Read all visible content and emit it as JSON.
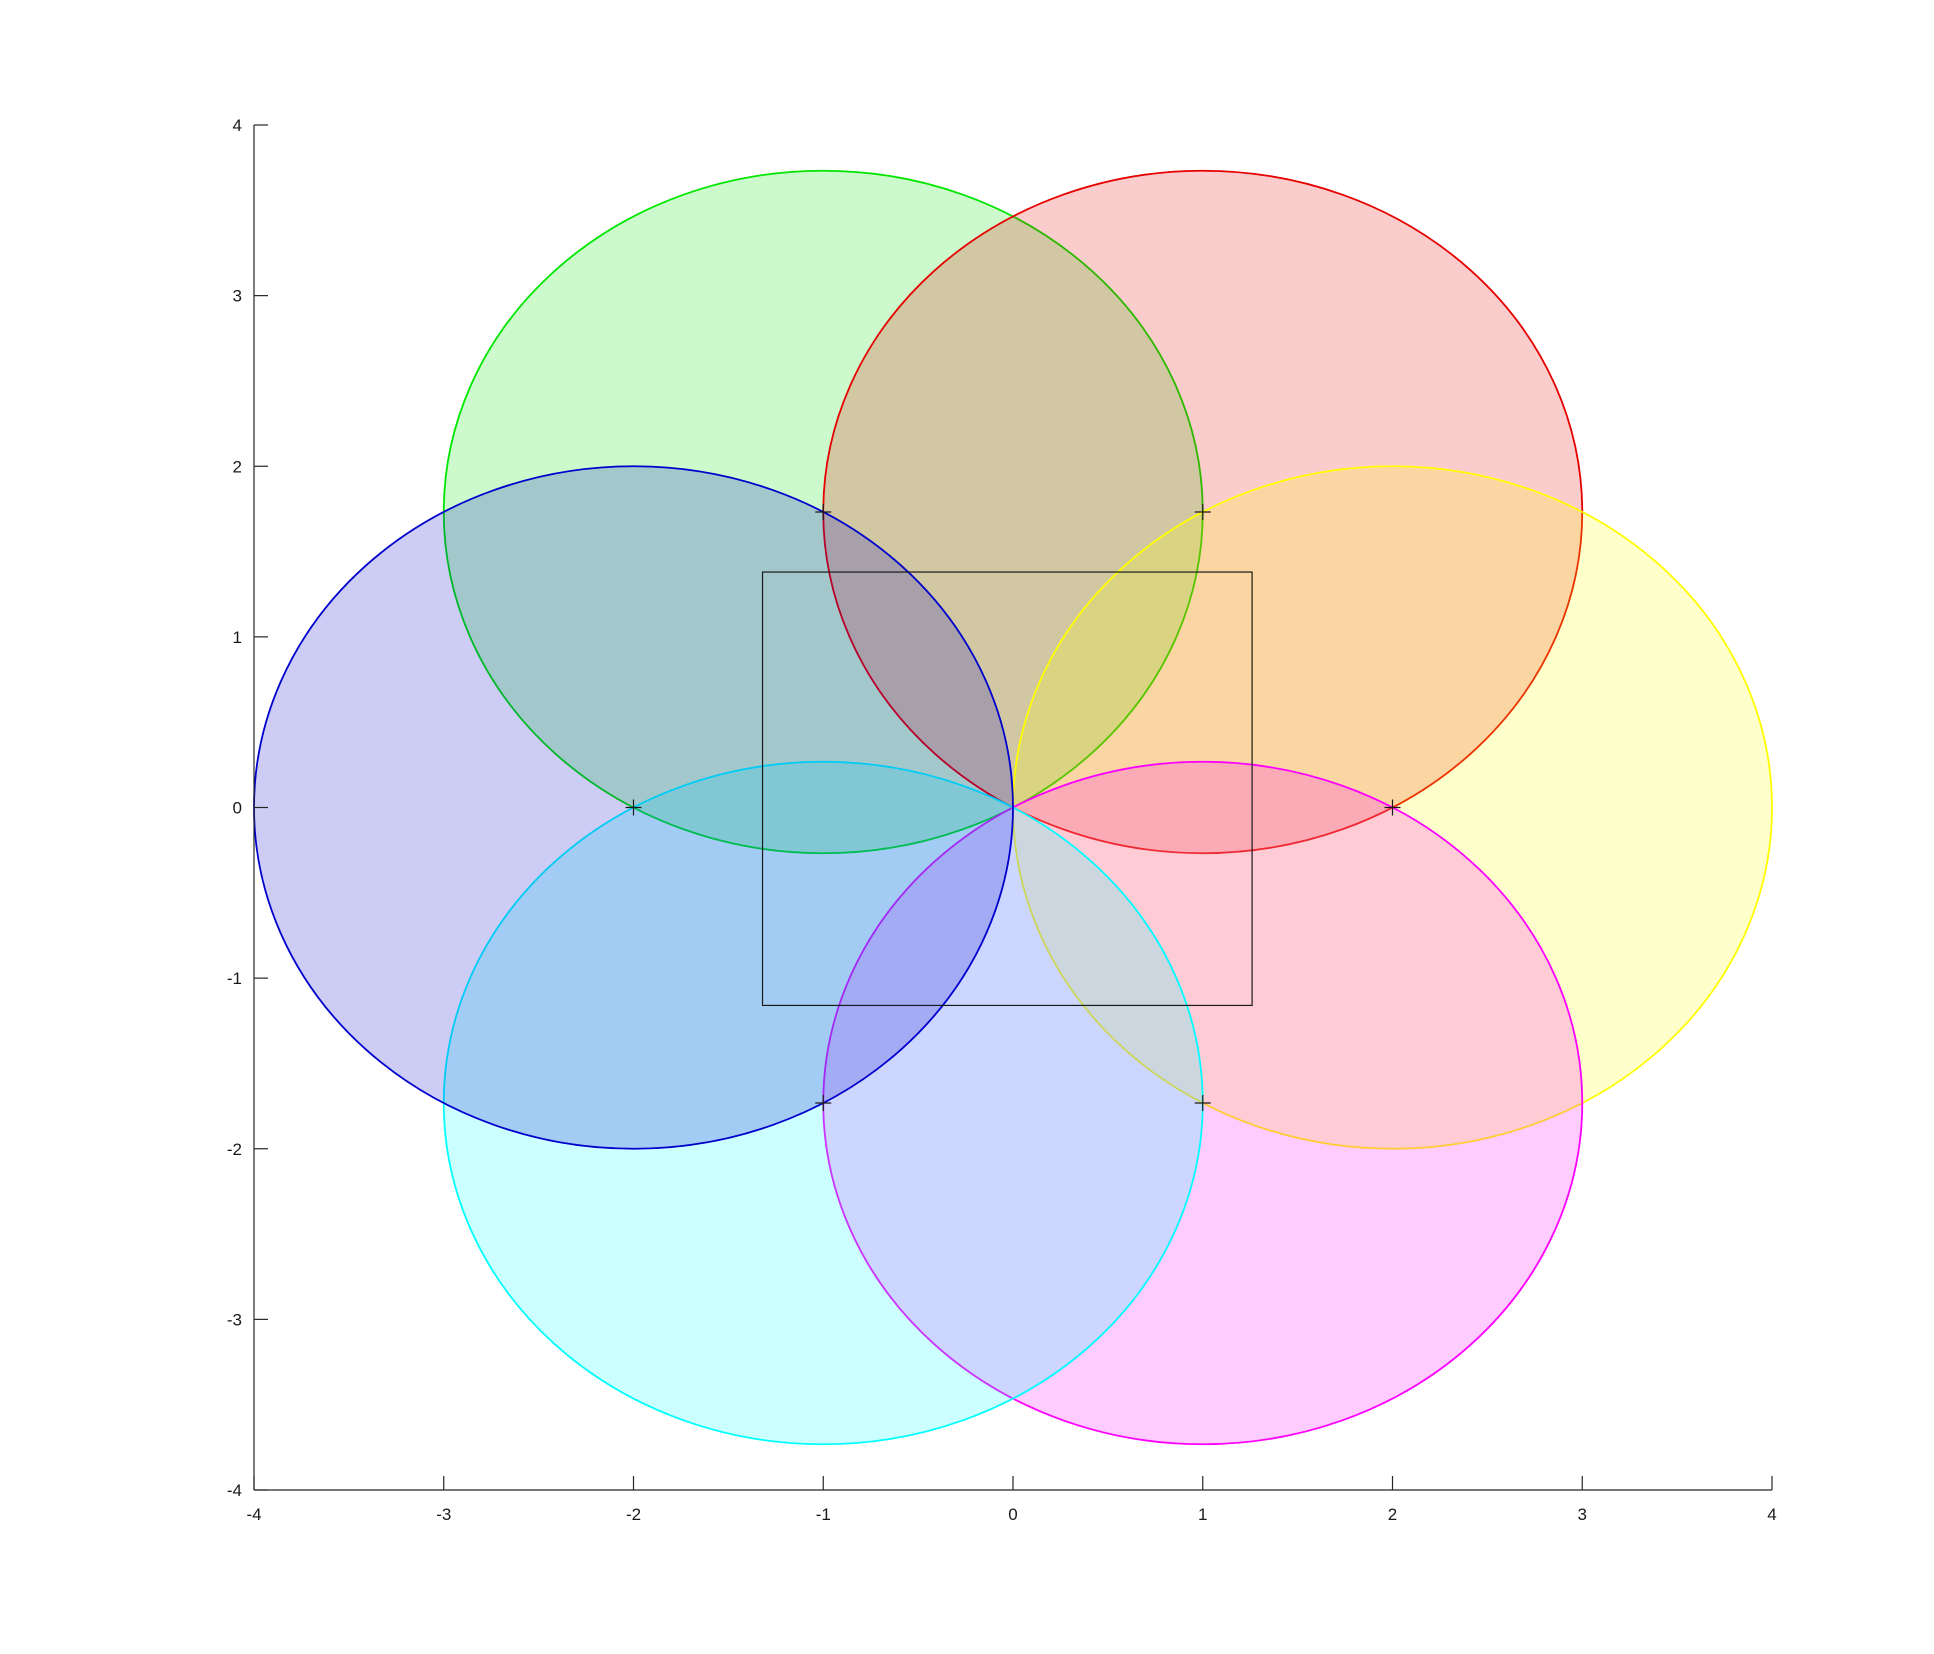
{
  "chart_data": {
    "type": "scatter",
    "title": "",
    "xlabel": "",
    "ylabel": "",
    "xlim": [
      -4,
      4
    ],
    "ylim": [
      -4,
      4
    ],
    "grid": false,
    "xticks": [
      "-4",
      "-3",
      "-2",
      "-1",
      "0",
      "1",
      "2",
      "3",
      "4"
    ],
    "yticks": [
      "4",
      "3",
      "2",
      "1",
      "0",
      "-1",
      "-2",
      "-3",
      "-4"
    ],
    "circles": [
      {
        "color": "#00e600",
        "fill": "#ccffcc",
        "cx": -1,
        "cy": 1.732,
        "r": 2
      },
      {
        "color": "#e60000",
        "fill": "#ffcccc",
        "cx": 1,
        "cy": 1.732,
        "r": 2
      },
      {
        "color": "#ffff00",
        "fill": "#ffffcc",
        "cx": 2,
        "cy": 0,
        "r": 2
      },
      {
        "color": "#ff00ff",
        "fill": "#ffccff",
        "cx": 1,
        "cy": -1.732,
        "r": 2
      },
      {
        "color": "#00ffff",
        "fill": "#ccffff",
        "cx": -1,
        "cy": -1.732,
        "r": 2
      },
      {
        "color": "#0000cc",
        "fill": "#ccccff",
        "cx": -2,
        "cy": 0,
        "r": 2
      }
    ],
    "markers": [
      {
        "x": -2,
        "y": 0
      },
      {
        "x": 2,
        "y": 0
      },
      {
        "x": -1,
        "y": 1.732
      },
      {
        "x": 1,
        "y": 1.732
      },
      {
        "x": -1,
        "y": -1.732
      },
      {
        "x": 1,
        "y": -1.732
      }
    ],
    "rectangle": {
      "x0": -1.32,
      "y0": -1.16,
      "x1": 1.26,
      "y1": 1.38
    }
  }
}
